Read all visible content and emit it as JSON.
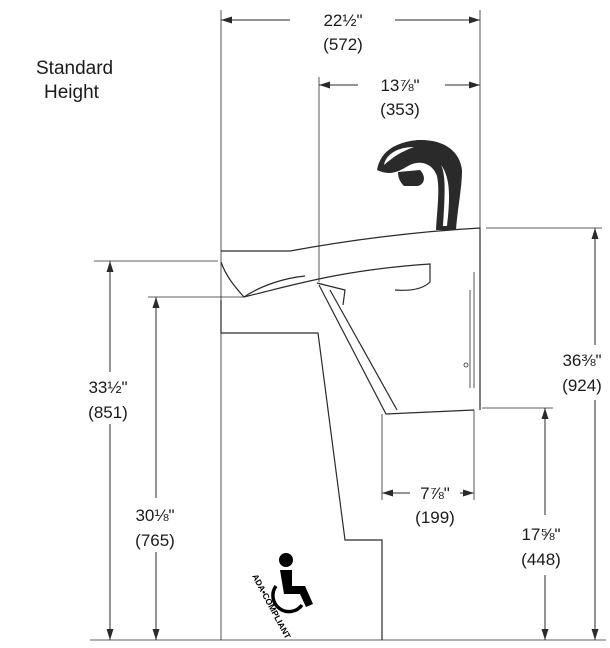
{
  "title": {
    "line1": "Standard",
    "line2": "Height"
  },
  "dimensions": {
    "overall_width": {
      "imperial": "22½\"",
      "metric": "(572)"
    },
    "basin_width": {
      "imperial": "13⅞\"",
      "metric": "(353)"
    },
    "basin_height": {
      "imperial": "36⅜\"",
      "metric": "(924)"
    },
    "rim_height": {
      "imperial": "33½\"",
      "metric": "(851)"
    },
    "knee_height": {
      "imperial": "30⅛\"",
      "metric": "(765)"
    },
    "bottom_depth": {
      "imperial": "7⅞\"",
      "metric": "(199)"
    },
    "apron_height": {
      "imperial": "17⅝\"",
      "metric": "(448)"
    }
  },
  "badge": {
    "text": "ADA•COMPLIANT",
    "icon": "wheelchair-icon"
  }
}
